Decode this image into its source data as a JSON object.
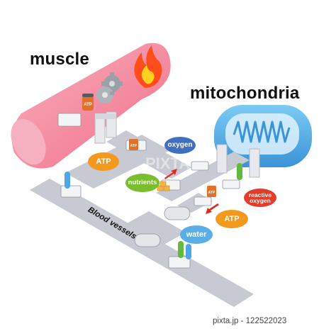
{
  "titles": {
    "muscle": "muscle",
    "mitochondria": "mitochondria"
  },
  "labels": {
    "atp_left": "ATP",
    "oxygen": "oxygen",
    "nutrients": "nutrients",
    "reactive_oxygen": "reactive oxygen",
    "atp_right": "ATP",
    "water": "water",
    "blood_vessels": "Blood vessels",
    "atp_can_left": "ATP",
    "atp_can_mid": "ATP",
    "atp_can_right": "ATP"
  },
  "watermark": {
    "credit": "pixta.jp - 122522023",
    "mark": "PIXTA"
  },
  "colors": {
    "muscle": "#f06f8a",
    "flame": "#ff5a1f",
    "mitochondria": "#4fb0e8",
    "road": "#c7cad2",
    "atp": "#f39a1e",
    "oxygen": "#3f6fc0",
    "nutrients": "#79bf2d",
    "reactive_oxygen": "#e33c2a",
    "water": "#5aaee8",
    "arrow": "#e02b22"
  },
  "icons": [
    "flame-icon",
    "gear-icon",
    "truck-icon",
    "tanker-icon",
    "gas-cylinder-icon",
    "atp-can-icon",
    "gate-icon",
    "arrow-icon"
  ]
}
